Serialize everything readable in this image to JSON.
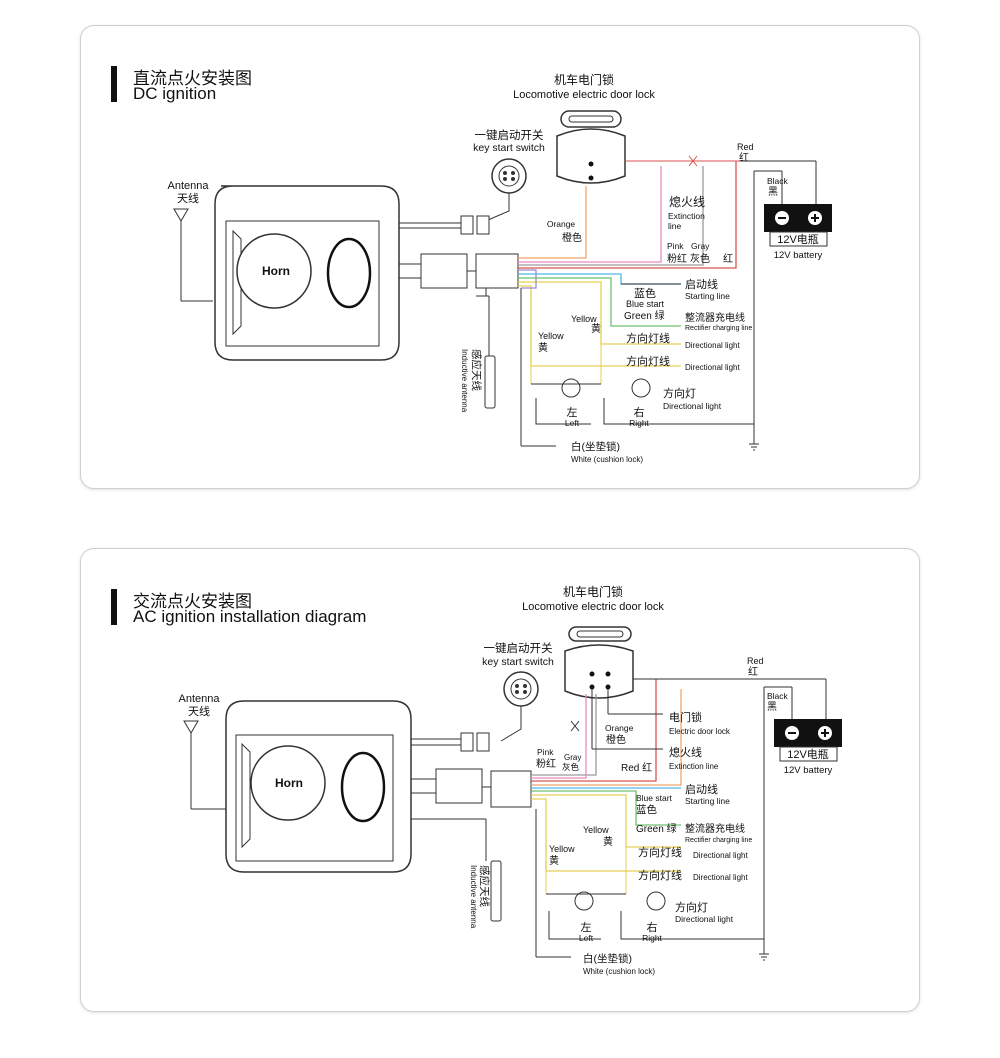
{
  "panels": [
    {
      "title_zh": "直流点火安装图",
      "title_en": "DC ignition",
      "labels": {
        "lock_zh": "机车电门锁",
        "lock_en": "Locomotive electric door lock",
        "key_zh": "一键启动开关",
        "key_en": "key start switch",
        "antenna_en": "Antenna",
        "antenna_zh": "天线",
        "horn": "Horn",
        "inductive_zh": "感应天线",
        "inductive_en": "Inductive antenna",
        "orange_en": "Orange",
        "orange_zh": "橙色",
        "extinction_zh": "熄火线",
        "extinction_en1": "Extinction",
        "extinction_en2": "line",
        "red_en": "Red",
        "red_zh": "红",
        "red_zh2": "红",
        "pink_en": "Pink",
        "pink_zh": "粉红",
        "gray_en": "Gray",
        "gray_zh": "灰色",
        "black_en": "Black",
        "black_zh": "黑",
        "battery_zh": "12V电瓶",
        "battery_en": "12V battery",
        "blue_zh": "蓝色",
        "blue_en": "Blue start",
        "starting_zh": "启动线",
        "starting_en": "Starting line",
        "green": "Green 绿",
        "rectifier_zh": "整流器充电线",
        "rectifier_en": "Rectifier charging line",
        "yellow_en": "Yellow",
        "yellow_zh": "黄",
        "dir_zh": "方向灯线",
        "dir_en": "Directional light",
        "left_zh": "左",
        "left_en": "Left",
        "right_zh": "右",
        "right_en": "Right",
        "dirlamp_zh": "方向灯",
        "dirlamp_en": "Directional light",
        "white_zh": "白(坐垫锁)",
        "white_en": "White (cushion lock)"
      }
    },
    {
      "title_zh": "交流点火安装图",
      "title_en": "AC ignition installation diagram",
      "labels": {
        "lock_zh": "机车电门锁",
        "lock_en": "Locomotive electric door lock",
        "key_zh": "一键启动开关",
        "key_en": "key start switch",
        "antenna_en": "Antenna",
        "antenna_zh": "天线",
        "horn": "Horn",
        "inductive_zh": "感应天线",
        "inductive_en": "Inductive antenna",
        "doorlock_zh": "电门锁",
        "doorlock_en": "Electric door lock",
        "orange_en": "Orange",
        "orange_zh": "橙色",
        "extinction_zh": "熄火线",
        "extinction_en": "Extinction line",
        "red_en": "Red",
        "red_zh": "红",
        "red_line": "Red 红",
        "pink_en": "Pink",
        "pink_zh": "粉红",
        "gray_en": "Gray",
        "gray_zh": "灰色",
        "black_en": "Black",
        "black_zh": "黑",
        "battery_zh": "12V电瓶",
        "battery_en": "12V battery",
        "blue_en": "Blue start",
        "blue_zh": "蓝色",
        "starting_zh": "启动线",
        "starting_en": "Starting line",
        "green": "Green 绿",
        "rectifier_zh": "整流器充电线",
        "rectifier_en": "Rectifier charging line",
        "yellow_en": "Yellow",
        "yellow_zh": "黄",
        "dir_zh": "方向灯线",
        "dir_en": "Directional light",
        "left_zh": "左",
        "left_en": "Left",
        "right_zh": "右",
        "right_en": "Right",
        "dirlamp_zh": "方向灯",
        "dirlamp_en": "Directional light",
        "white_zh": "白(坐垫锁)",
        "white_en": "White (cushion lock)"
      }
    }
  ],
  "colors": {
    "orange": "#f0a46b",
    "pink": "#e98bbd",
    "red": "#d9534f",
    "gray": "#9b9b9b",
    "blue": "#4fb6e8",
    "green": "#6cc070",
    "yellow": "#e6cf55",
    "purple": "#9b8bd0",
    "line": "#333333"
  }
}
